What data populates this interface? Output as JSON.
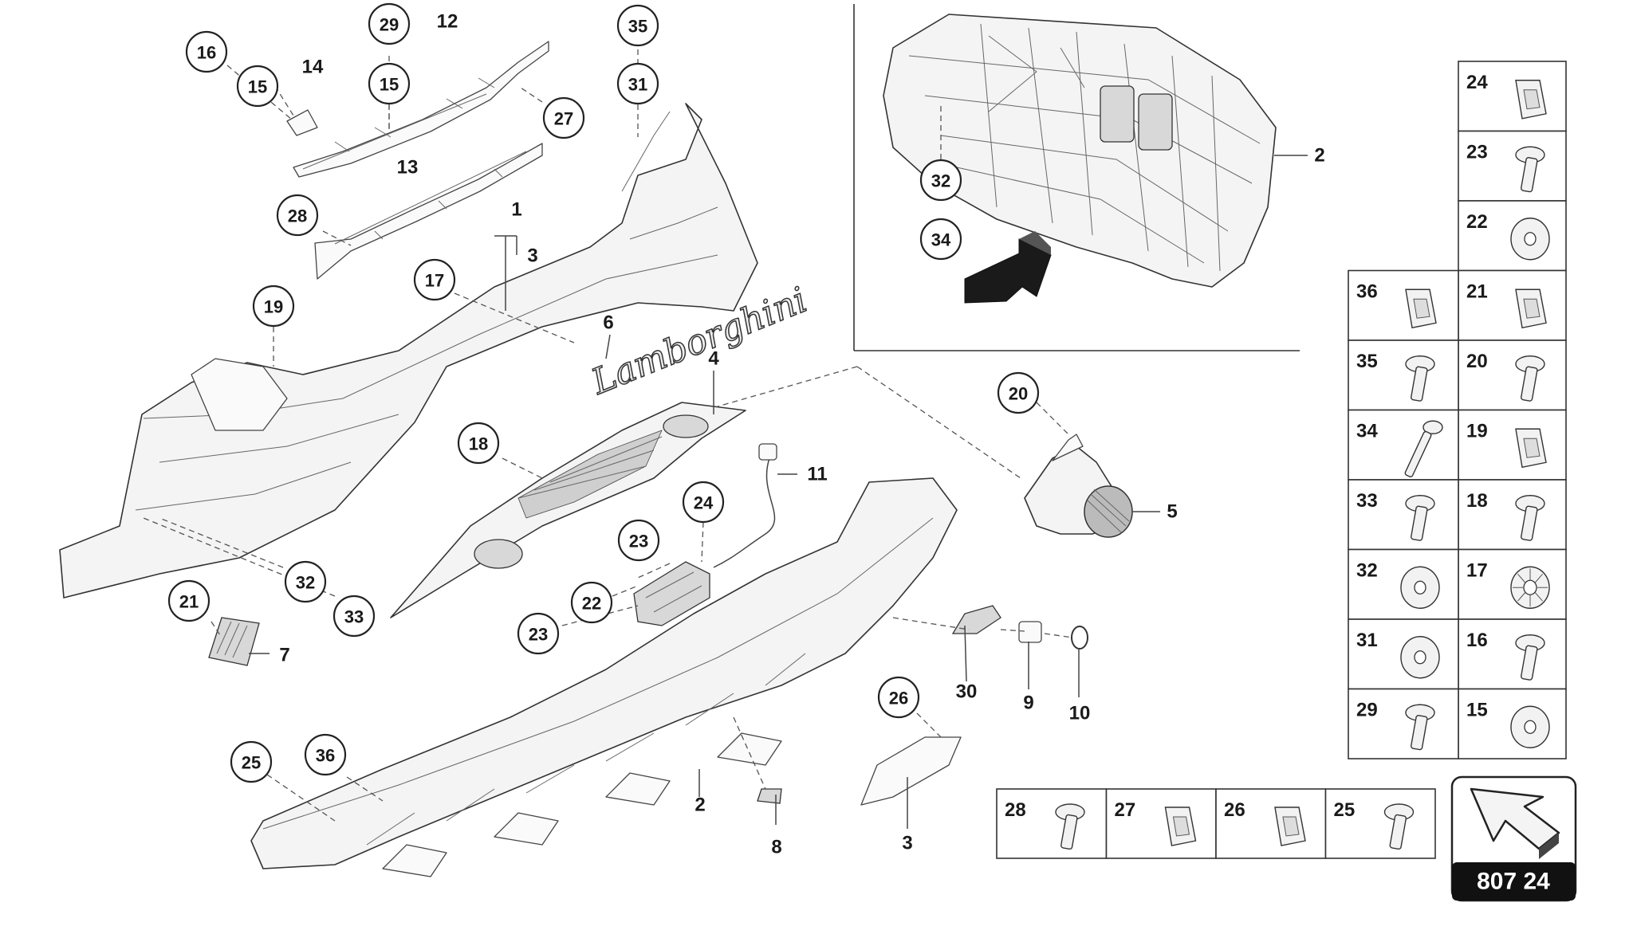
{
  "reference": {
    "code": "807 24"
  },
  "callouts": [
    {
      "n": "16"
    },
    {
      "n": "15"
    },
    {
      "n": "29"
    },
    {
      "n": "15"
    },
    {
      "n": "35"
    },
    {
      "n": "31"
    },
    {
      "n": "27"
    },
    {
      "n": "28"
    },
    {
      "n": "17"
    },
    {
      "n": "19"
    },
    {
      "n": "18"
    },
    {
      "n": "24"
    },
    {
      "n": "23"
    },
    {
      "n": "22"
    },
    {
      "n": "23"
    },
    {
      "n": "32"
    },
    {
      "n": "33"
    },
    {
      "n": "21"
    },
    {
      "n": "25"
    },
    {
      "n": "36"
    },
    {
      "n": "26"
    },
    {
      "n": "20"
    },
    {
      "n": "32"
    },
    {
      "n": "34"
    }
  ],
  "labels": [
    {
      "n": "14"
    },
    {
      "n": "12"
    },
    {
      "n": "13"
    },
    {
      "n": "1"
    },
    {
      "n": "3"
    },
    {
      "n": "6"
    },
    {
      "n": "4"
    },
    {
      "n": "11"
    },
    {
      "n": "5"
    },
    {
      "n": "7"
    },
    {
      "n": "2"
    },
    {
      "n": "8"
    },
    {
      "n": "3"
    },
    {
      "n": "30"
    },
    {
      "n": "9"
    },
    {
      "n": "10"
    },
    {
      "n": "2"
    }
  ],
  "fastener_table": [
    {
      "left": "24",
      "right": ""
    },
    {
      "left": "23",
      "right": ""
    },
    {
      "left": "22",
      "right": ""
    },
    {
      "left": "21",
      "right": "36"
    },
    {
      "left": "20",
      "right": "35"
    },
    {
      "left": "19",
      "right": "34"
    },
    {
      "left": "18",
      "right": "33"
    },
    {
      "left": "17",
      "right": "32"
    },
    {
      "left": "16",
      "right": "31"
    },
    {
      "left": "15",
      "right": "29"
    }
  ],
  "bottom_table": [
    "28",
    "27",
    "26",
    "25"
  ],
  "emblem_text": "Lamborghini"
}
